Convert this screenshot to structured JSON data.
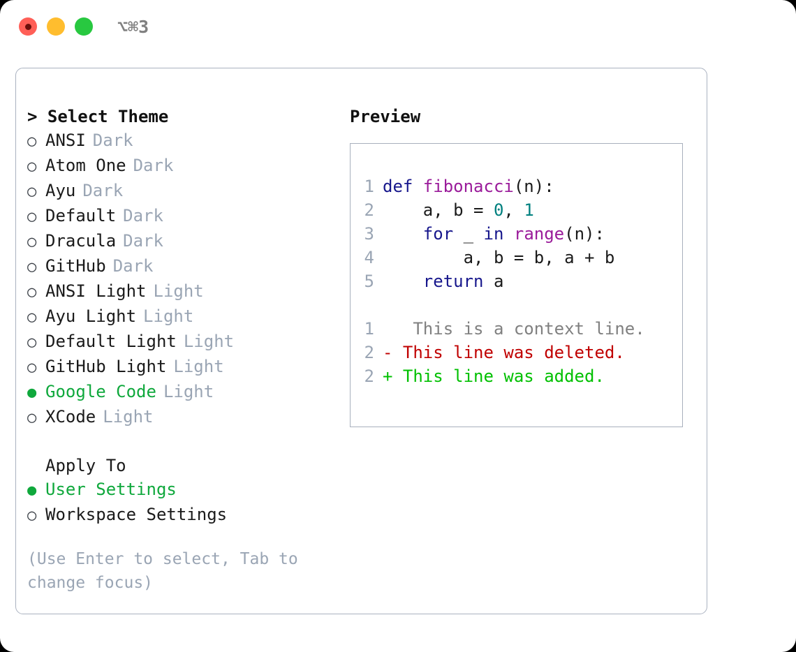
{
  "titlebar": {
    "lights": [
      "close-red",
      "minimize-yellow",
      "maximize-green"
    ],
    "shortcut": "⌥⌘3"
  },
  "theme_picker": {
    "header": "> Select Theme",
    "items": [
      {
        "label": "ANSI",
        "tag": "Dark",
        "selected": false,
        "bullet": "○"
      },
      {
        "label": "Atom One",
        "tag": "Dark",
        "selected": false,
        "bullet": "○"
      },
      {
        "label": "Ayu",
        "tag": "Dark",
        "selected": false,
        "bullet": "○"
      },
      {
        "label": "Default",
        "tag": "Dark",
        "selected": false,
        "bullet": "○"
      },
      {
        "label": "Dracula",
        "tag": "Dark",
        "selected": false,
        "bullet": "○"
      },
      {
        "label": "GitHub",
        "tag": "Dark",
        "selected": false,
        "bullet": "○"
      },
      {
        "label": "ANSI Light",
        "tag": "Light",
        "selected": false,
        "bullet": "○"
      },
      {
        "label": "Ayu Light",
        "tag": "Light",
        "selected": false,
        "bullet": "○"
      },
      {
        "label": "Default Light",
        "tag": "Light",
        "selected": false,
        "bullet": "○"
      },
      {
        "label": "GitHub Light",
        "tag": "Light",
        "selected": false,
        "bullet": "○"
      },
      {
        "label": "Google Code",
        "tag": "Light",
        "selected": true,
        "bullet": "●"
      },
      {
        "label": "XCode",
        "tag": "Light",
        "selected": false,
        "bullet": "○"
      }
    ]
  },
  "apply_to": {
    "header": "Apply To",
    "items": [
      {
        "label": "User Settings",
        "selected": true,
        "bullet": "●"
      },
      {
        "label": "Workspace Settings",
        "selected": false,
        "bullet": "○"
      }
    ]
  },
  "hint": "(Use Enter to select, Tab to change focus)",
  "preview": {
    "title": "Preview",
    "code_lines": [
      {
        "num": "1",
        "tokens": [
          {
            "t": "def ",
            "c": "kw"
          },
          {
            "t": "fibonacci",
            "c": "fn"
          },
          {
            "t": "(n):",
            "c": "plain"
          }
        ]
      },
      {
        "num": "2",
        "tokens": [
          {
            "t": "    a, b = ",
            "c": "plain"
          },
          {
            "t": "0",
            "c": "num"
          },
          {
            "t": ", ",
            "c": "plain"
          },
          {
            "t": "1",
            "c": "num"
          }
        ]
      },
      {
        "num": "3",
        "tokens": [
          {
            "t": "    ",
            "c": "plain"
          },
          {
            "t": "for",
            "c": "kw"
          },
          {
            "t": " _ ",
            "c": "plain"
          },
          {
            "t": "in",
            "c": "kw"
          },
          {
            "t": " ",
            "c": "plain"
          },
          {
            "t": "range",
            "c": "fn"
          },
          {
            "t": "(n):",
            "c": "plain"
          }
        ]
      },
      {
        "num": "4",
        "tokens": [
          {
            "t": "        a, b = b, a + b",
            "c": "plain"
          }
        ]
      },
      {
        "num": "5",
        "tokens": [
          {
            "t": "    ",
            "c": "plain"
          },
          {
            "t": "return",
            "c": "kw"
          },
          {
            "t": " a",
            "c": "plain"
          }
        ]
      }
    ],
    "diff_lines": [
      {
        "num": "1",
        "marker": " ",
        "text": "  This is a context line.",
        "kind": "ctx"
      },
      {
        "num": "2",
        "marker": "-",
        "text": " This line was deleted.",
        "kind": "del"
      },
      {
        "num": "2",
        "marker": "+",
        "text": " This line was added.",
        "kind": "add"
      }
    ]
  },
  "colors": {
    "accent_green": "#0fa83c",
    "tag_grey": "#9aa5b4",
    "keyword": "#17178c",
    "function": "#9a1b9a",
    "number": "#00807f",
    "diff_delete": "#c00000",
    "diff_add": "#00c000",
    "border": "#aab2c0"
  }
}
